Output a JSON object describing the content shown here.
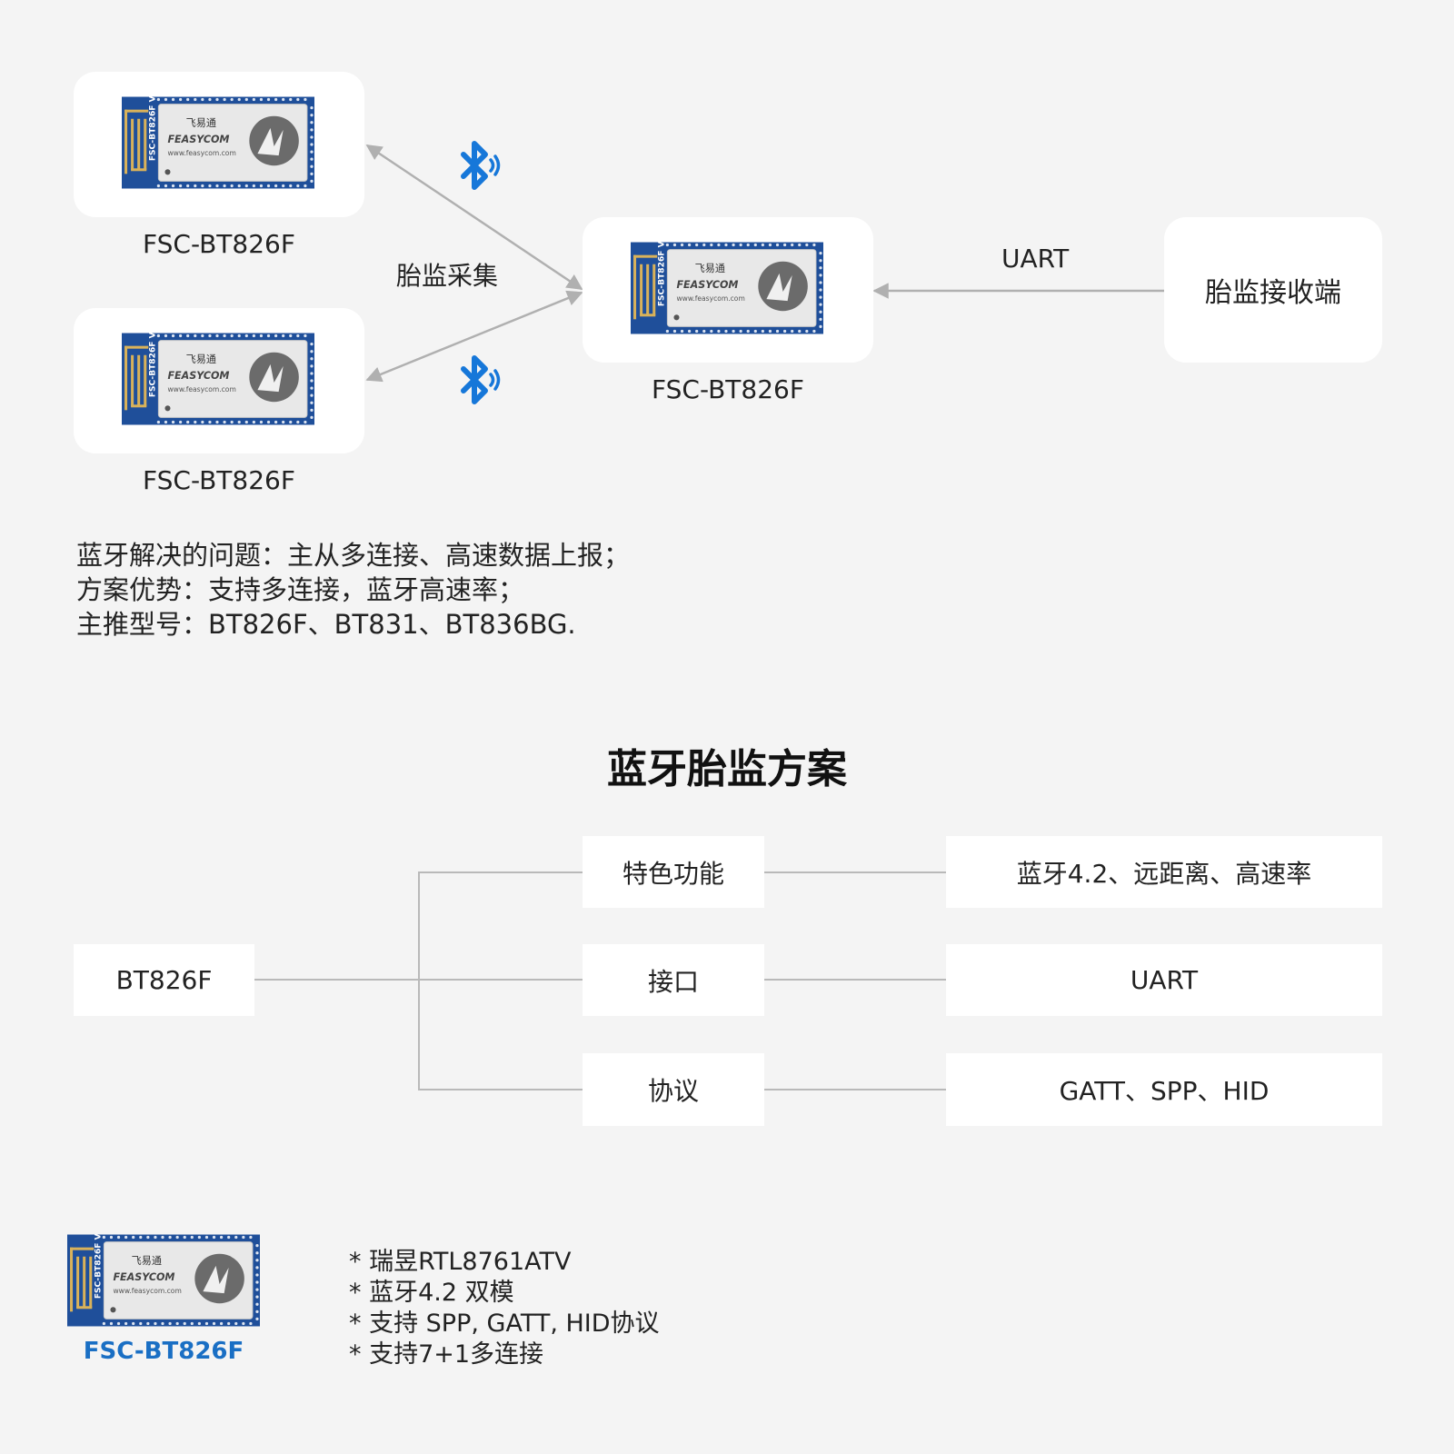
{
  "colors": {
    "background": "#f4f4f4",
    "card": "#ffffff",
    "bluetooth_blue": "#1677d9",
    "product_name_blue": "#1a6fc4",
    "connector": "#b5b5b5"
  },
  "module_chip": {
    "side_label": "FSC-BT826F V1.1",
    "brand_cn": "飞易通",
    "brand": "FEASYCOM",
    "url": "www.feasycom.com"
  },
  "diagram": {
    "node_top_label": "FSC-BT826F",
    "node_bottom_label": "FSC-BT826F",
    "node_center_label": "FSC-BT826F",
    "link_label": "胎监采集",
    "uart_label": "UART",
    "receiver_label": "胎监接收端",
    "icons": [
      "bluetooth-icon",
      "bluetooth-icon"
    ]
  },
  "description": {
    "line1": "蓝牙解决的问题：主从多连接、高速数据上报；",
    "line2": "方案优势：支持多连接，蓝牙高速率；",
    "line3": "主推型号：BT826F、BT831、BT836BG."
  },
  "solution": {
    "title": "蓝牙胎监方案",
    "root": "BT826F",
    "rows": [
      {
        "category": "特色功能",
        "value": "蓝牙4.2、远距离、高速率"
      },
      {
        "category": "接口",
        "value": "UART"
      },
      {
        "category": "协议",
        "value": "GATT、SPP、HID"
      }
    ]
  },
  "product": {
    "name": "FSC-BT826F",
    "features": [
      "* 瑞昱RTL8761ATV",
      "* 蓝牙4.2 双模",
      "* 支持 SPP, GATT, HID协议",
      "* 支持7+1多连接"
    ]
  }
}
